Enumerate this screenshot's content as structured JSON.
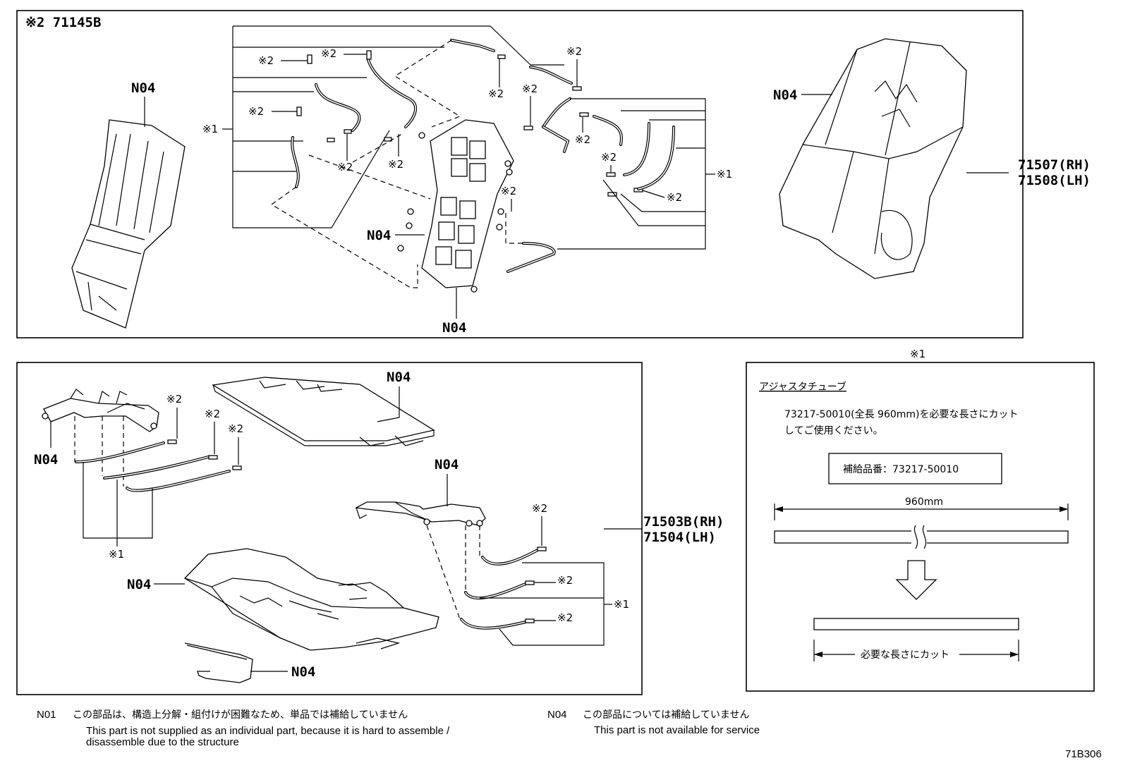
{
  "upper_panel": {
    "assembly_label": "※2 71145B",
    "n04": "N04",
    "mark1": "※1",
    "mark2": "※2",
    "part_rh": "71507(RH)",
    "part_lh": "71508(LH)"
  },
  "lower_panel": {
    "n04": "N04",
    "mark1": "※1",
    "mark2": "※2",
    "part_rh": "71503B(RH)",
    "part_lh": "71504(LH)"
  },
  "note_panel": {
    "marker": "※1",
    "title": "アジャスタチューブ",
    "instruction_line1": "73217-50010(全長 960mm)を必要な長さにカット",
    "instruction_line2": "してご使用ください。",
    "supply_label": "補給品番：73217-50010",
    "length_label": "960mm",
    "cut_label": "必要な長さにカット"
  },
  "footnotes": [
    {
      "code": "N01",
      "jp": "この部品は、構造上分解・組付けが困難なため、単品では補給していません",
      "en_line1": "This part is not supplied as an individual part, because it is hard to assemble /",
      "en_line2": "disassemble due to the structure"
    },
    {
      "code": "N04",
      "jp": "この部品については補給していません",
      "en_line1": "This part is not available for service"
    }
  ],
  "figure_id": "71B306"
}
